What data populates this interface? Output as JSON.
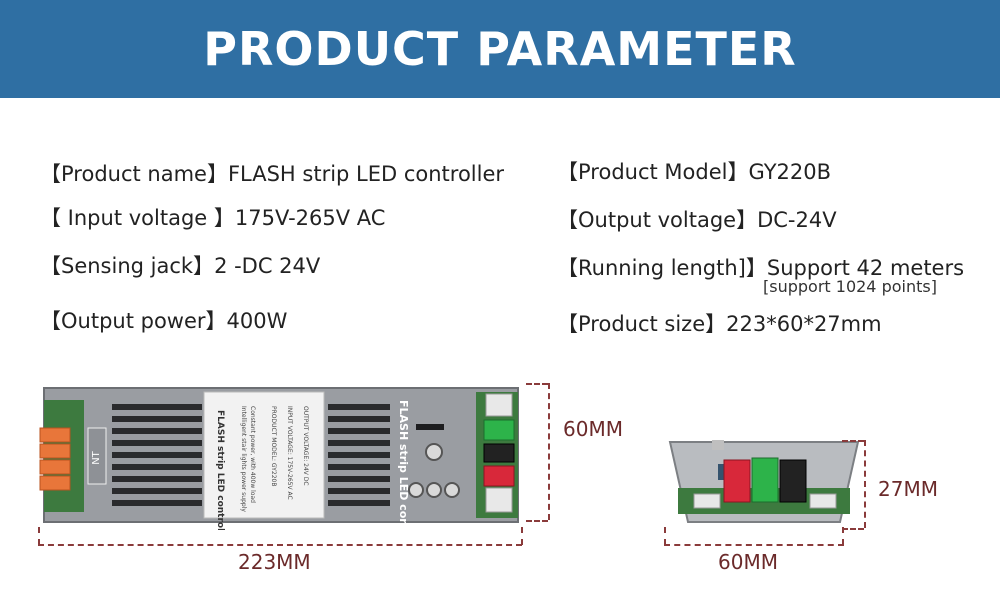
{
  "banner": {
    "title": "PRODUCT PARAMETER"
  },
  "specs": {
    "product_name": {
      "label": "【Product name】",
      "value": "FLASH strip LED controller"
    },
    "input_voltage": {
      "label": "【 Input voltage 】",
      "value": "175V-265V AC"
    },
    "sensing_jack": {
      "label": "【Sensing jack】",
      "value": "2 -DC 24V"
    },
    "output_power": {
      "label": "【Output power】",
      "value": "400W"
    },
    "product_model": {
      "label": "【Product Model】",
      "value": "GY220B"
    },
    "output_voltage": {
      "label": "【Output voltage】",
      "value": "DC-24V"
    },
    "running_length": {
      "label": "【Running length]】",
      "value": "Support 42 meters",
      "sub": "[support 1024 points]"
    },
    "product_size": {
      "label": "【Product size】",
      "value": "223*60*27mm"
    }
  },
  "device": {
    "brand": "NT",
    "panel_title": "FLASH strip LED controller",
    "label_lines": [
      "Intelligent stair lights power supply",
      "Constant power, with 400w load",
      "PRODUCT MODEL:  GY220B",
      "INPUT VOLTAGE:  175V-265V AC",
      "OUTPUT VOLTAGE:  24V DC"
    ],
    "side_text": "FLASH strip LED controller"
  },
  "dimensions": {
    "length": "223MM",
    "height": "60MM",
    "side_depth": "27MM",
    "side_width": "60MM"
  },
  "colors": {
    "banner": "#2f6fa3",
    "dimension": "#8a3b3b"
  }
}
